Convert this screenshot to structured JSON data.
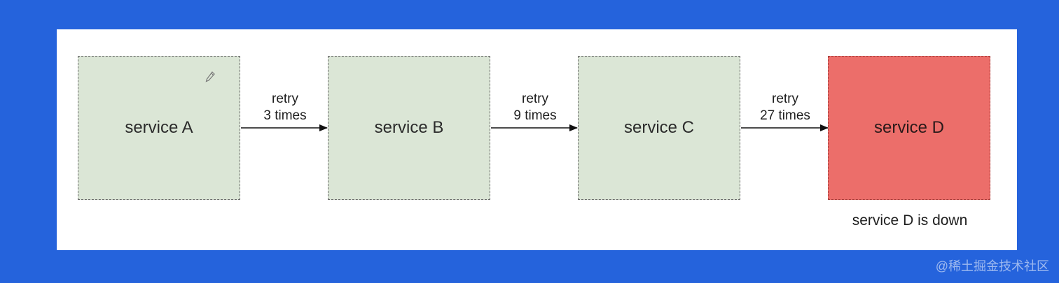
{
  "diagram": {
    "nodes": [
      {
        "id": "A",
        "label": "service A",
        "status": "ok"
      },
      {
        "id": "B",
        "label": "service B",
        "status": "ok"
      },
      {
        "id": "C",
        "label": "service C",
        "status": "ok"
      },
      {
        "id": "D",
        "label": "service D",
        "status": "down"
      }
    ],
    "edges": [
      {
        "from": "A",
        "to": "B",
        "line1": "retry",
        "line2": "3 times"
      },
      {
        "from": "B",
        "to": "C",
        "line1": "retry",
        "line2": "9 times"
      },
      {
        "from": "C",
        "to": "D",
        "line1": "retry",
        "line2": "27 times"
      }
    ],
    "note": "service D is down"
  },
  "icons": {
    "pencil": "pencil-icon"
  },
  "colors": {
    "background": "#2563dc",
    "healthy_fill": "#dbe6d6",
    "down_fill": "#ec6e6a"
  },
  "watermark": "@稀土掘金技术社区"
}
